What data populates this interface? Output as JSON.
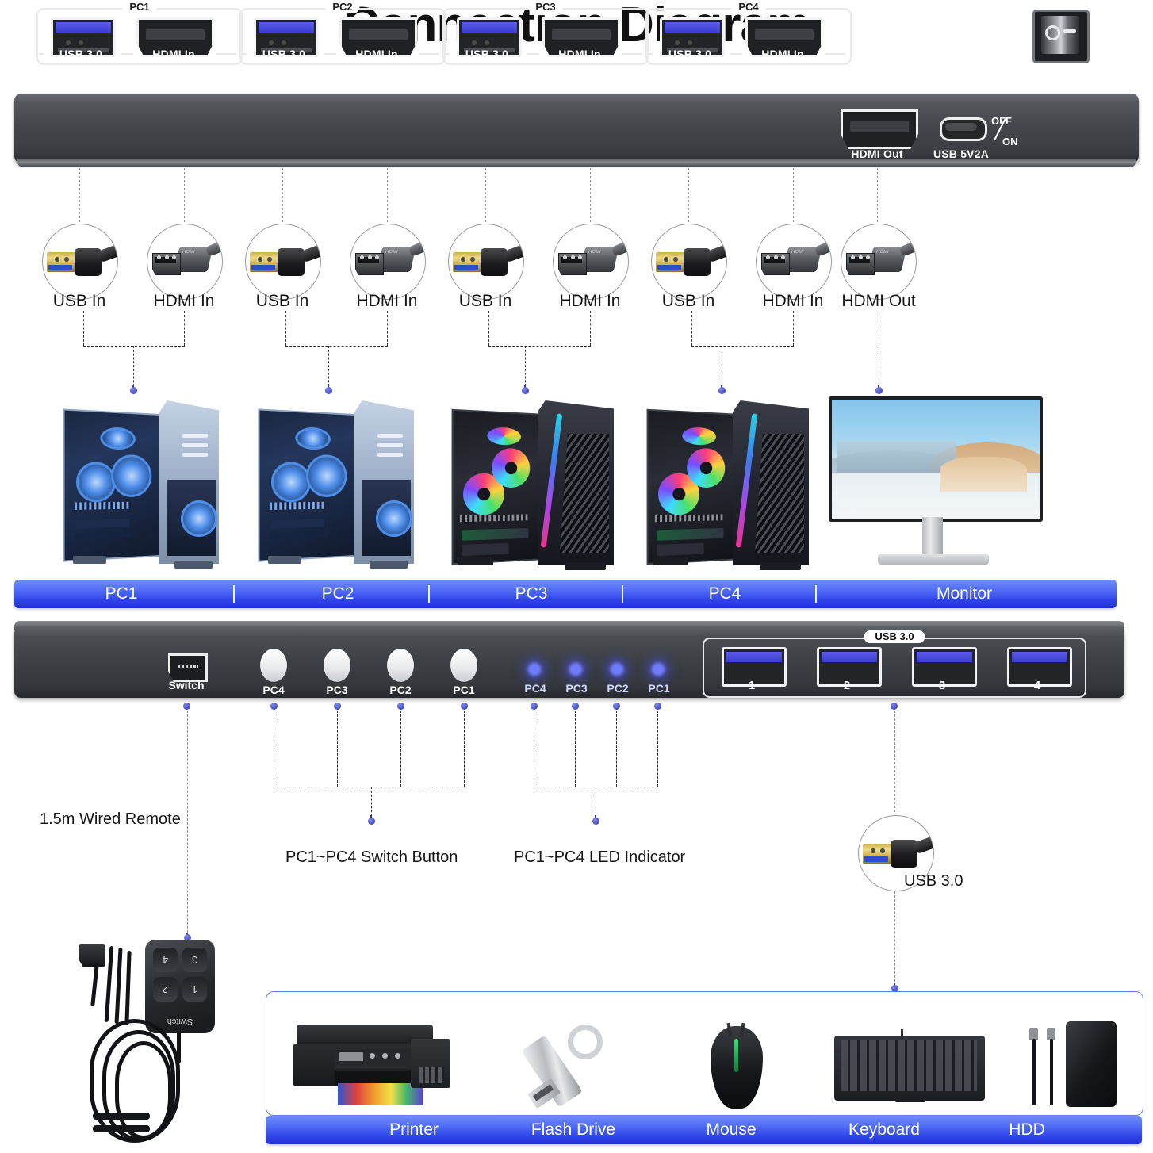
{
  "title": "Connection Diagram",
  "top_device": {
    "groups": [
      {
        "tag": "PC1",
        "usb_label": "USB 3.0",
        "hdmi_label": "HDMI In"
      },
      {
        "tag": "PC2",
        "usb_label": "USB 3.0",
        "hdmi_label": "HDMI In"
      },
      {
        "tag": "PC3",
        "usb_label": "USB 3.0",
        "hdmi_label": "HDMI In"
      },
      {
        "tag": "PC4",
        "usb_label": "USB 3.0",
        "hdmi_label": "HDMI In"
      }
    ],
    "hdmi_out_label": "HDMI Out",
    "usb_power_label": "USB 5V2A",
    "power_switch": {
      "off_label": "OFF",
      "on_label": "ON"
    }
  },
  "connectors": [
    {
      "icon": "usb-a-plug-icon",
      "label": "USB In"
    },
    {
      "icon": "hdmi-plug-icon",
      "label": "HDMI In"
    },
    {
      "icon": "usb-a-plug-icon",
      "label": "USB In"
    },
    {
      "icon": "hdmi-plug-icon",
      "label": "HDMI In"
    },
    {
      "icon": "usb-a-plug-icon",
      "label": "USB In"
    },
    {
      "icon": "hdmi-plug-icon",
      "label": "HDMI In"
    },
    {
      "icon": "usb-a-plug-icon",
      "label": "USB In"
    },
    {
      "icon": "hdmi-plug-icon",
      "label": "HDMI In"
    },
    {
      "icon": "hdmi-plug-icon",
      "label": "HDMI Out"
    }
  ],
  "devices_banner": {
    "items": [
      "PC1",
      "PC2",
      "PC3",
      "PC4",
      "Monitor"
    ]
  },
  "bottom_device": {
    "switch_port_label": "Switch",
    "buttons": [
      "PC4",
      "PC3",
      "PC2",
      "PC1"
    ],
    "leds": [
      "PC4",
      "PC3",
      "PC2",
      "PC1"
    ],
    "hub": {
      "tag": "USB 3.0",
      "ports": [
        "1",
        "2",
        "3",
        "4"
      ]
    }
  },
  "annotations": {
    "remote": "1.5m Wired Remote",
    "switch_button": "PC1~PC4 Switch Button",
    "led_indicator": "PC1~PC4 LED Indicator",
    "usb_cable": "USB 3.0"
  },
  "remote": {
    "buttons": [
      "4",
      "3",
      "2",
      "1"
    ],
    "label": "Switch"
  },
  "peripherals_banner": {
    "items": [
      "Printer",
      "Flash Drive",
      "Mouse",
      "Keyboard",
      "HDD"
    ]
  },
  "colors": {
    "banner_blue": "#2f44e8",
    "led_blue": "#6d7cff",
    "usb_blue": "#3a3ccf",
    "box_border": "#5f7fe8"
  }
}
